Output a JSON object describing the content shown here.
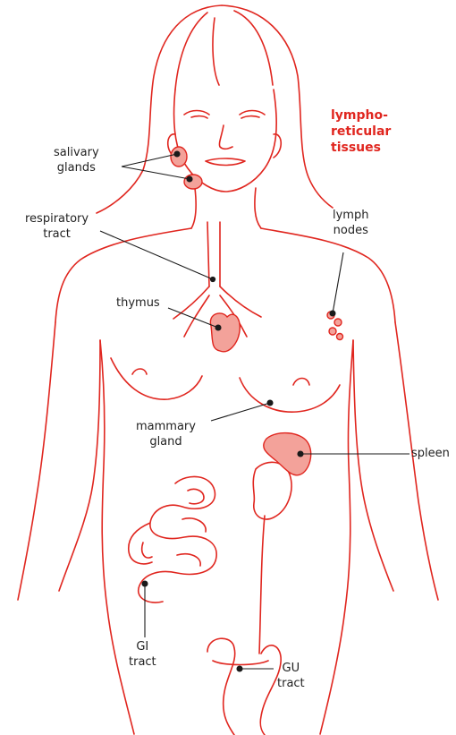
{
  "title": {
    "line1": "lympho-",
    "line2": "reticular",
    "line3": "tissues"
  },
  "labels": {
    "salivary": {
      "line1": "salivary",
      "line2": "glands"
    },
    "respiratory": {
      "line1": "respiratory",
      "line2": "tract"
    },
    "lymph": {
      "line1": "lymph",
      "line2": "nodes"
    },
    "thymus": {
      "line1": "thymus"
    },
    "mammary": {
      "line1": "mammary",
      "line2": "gland"
    },
    "spleen": {
      "line1": "spleen"
    },
    "gi": {
      "line1": "GI",
      "line2": "tract"
    },
    "gu": {
      "line1": "GU",
      "line2": "tract"
    }
  },
  "colors": {
    "outline": "#e0261f",
    "organ_fill": "#f3a29a",
    "label_text": "#222222",
    "leader": "#1a1a1a",
    "title": "#e0261f"
  }
}
